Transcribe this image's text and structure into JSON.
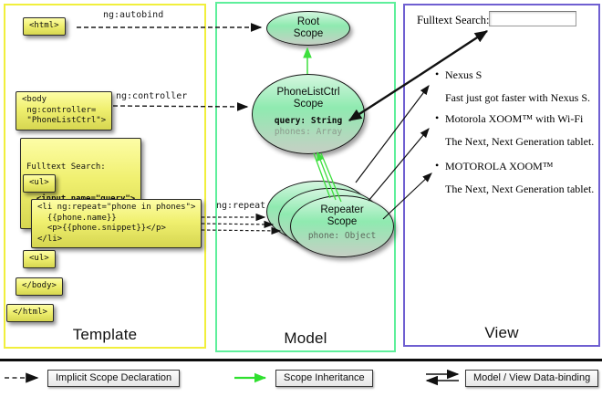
{
  "colors": {
    "template_border": "#f1ef3c",
    "model_border": "#5eef9b",
    "view_border": "#6f5fd1",
    "code_box_yellow": "#f0f070",
    "scope_green": "#8feab0",
    "inheritance_arrow_green": "#3ddf3d",
    "arrow_black": "#111111"
  },
  "template": {
    "panel_label": "Template",
    "labels": {
      "autobind": "ng:autobind",
      "controller": "ng:controller",
      "repeat": "ng:repeat"
    },
    "boxes": {
      "html_open": "<html>",
      "body_open": "<body\n ng:controller=\n \"PhoneListCtrl\">",
      "fulltext_line1": "Fulltext Search:",
      "fulltext_line2": "  <input name=\"query\">",
      "ul_open_1": "<ul>",
      "li_repeat": "<li ng:repeat=\"phone in phones\">\n  {{phone.name}}\n  <p>{{phone.snippet}}</p>\n</li>",
      "ul_open_2": "<ul>",
      "body_close": "</body>",
      "html_close": "</html>"
    }
  },
  "model": {
    "panel_label": "Model",
    "root_scope": {
      "title": "Root\nScope"
    },
    "phonelist_scope": {
      "title": "PhoneListCtrl\nScope",
      "prop_query": "query: String",
      "prop_phones": "phones: Array"
    },
    "repeater_scope": {
      "title": "Repeater\nScope",
      "prop_phone": "phone: Object"
    }
  },
  "view": {
    "panel_label": "View",
    "search_label": "Fulltext Search:",
    "search_value": "",
    "bullet": "•",
    "items": [
      {
        "title": "Nexus S",
        "desc": "Fast just got faster with Nexus S."
      },
      {
        "title": "Motorola XOOM™  with Wi-Fi",
        "desc": "The Next, Next Generation tablet."
      },
      {
        "title": "MOTOROLA XOOM™",
        "desc": "The Next, Next Generation tablet."
      }
    ]
  },
  "legend": {
    "implicit_label": "Implicit Scope Declaration",
    "inheritance_label": "Scope Inheritance",
    "binding_label": "Model / View Data-binding"
  }
}
